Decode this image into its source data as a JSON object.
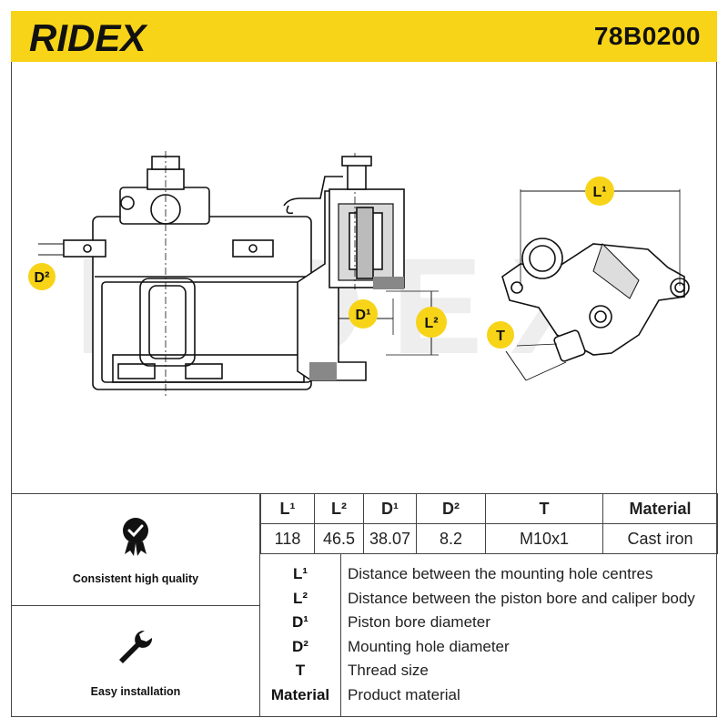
{
  "header": {
    "brand": "RIDEX",
    "part_number": "78B0200",
    "brand_color": "#f7d417"
  },
  "drawing": {
    "watermark": "RIDEX",
    "dimension_labels": {
      "l1": "L¹",
      "l2": "L²",
      "d1": "D¹",
      "d2": "D²",
      "t": "T"
    },
    "badge_color": "#f7d417"
  },
  "features": [
    {
      "icon": "quality-check-icon",
      "label": "Consistent high quality"
    },
    {
      "icon": "wrench-icon",
      "label": "Easy installation"
    }
  ],
  "spec_table": {
    "headers": [
      "L¹",
      "L²",
      "D¹",
      "D²",
      "T",
      "Material"
    ],
    "values": [
      "118",
      "46.5",
      "38.07",
      "8.2",
      "M10x1",
      "Cast iron"
    ]
  },
  "legend": [
    {
      "symbol": "L¹",
      "description": "Distance between the mounting hole centres"
    },
    {
      "symbol": "L²",
      "description": "Distance between the piston bore and caliper body"
    },
    {
      "symbol": "D¹",
      "description": "Piston bore diameter"
    },
    {
      "symbol": "D²",
      "description": "Mounting hole diameter"
    },
    {
      "symbol": "T",
      "description": "Thread size"
    },
    {
      "symbol": "Material",
      "description": "Product material"
    }
  ]
}
